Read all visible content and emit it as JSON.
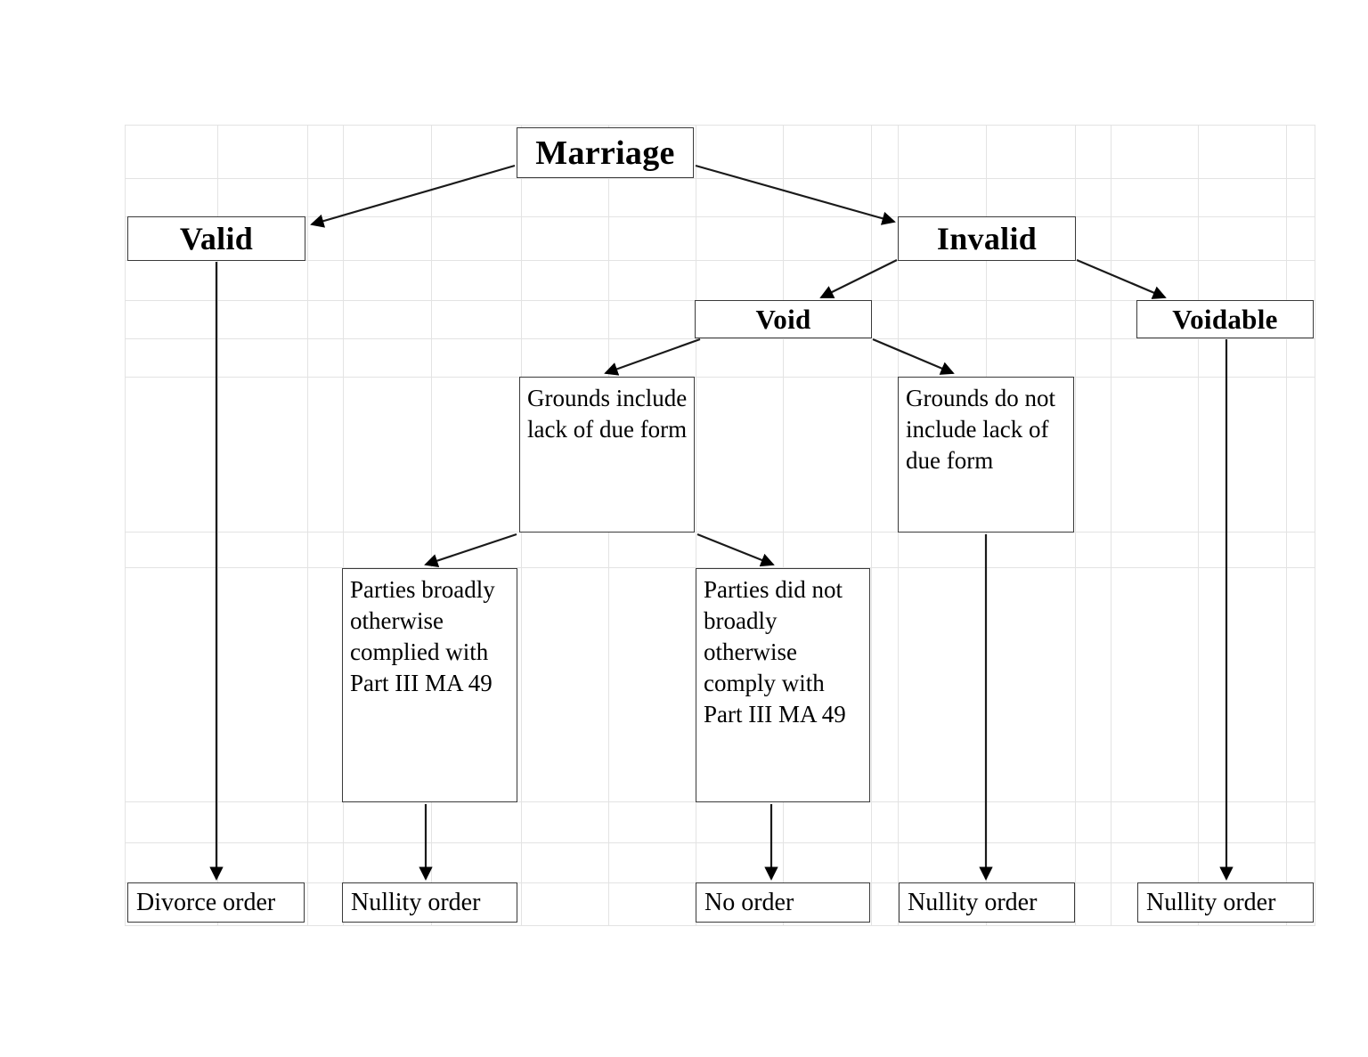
{
  "diagram": {
    "title": "Marriage validity decision flowchart",
    "background": "#ffffff",
    "grid_color": "#e3e3e3",
    "line_color": "#1a1a1a",
    "box_border_color": "#3a3a3a"
  },
  "nodes": {
    "marriage": {
      "label": "Marriage"
    },
    "valid": {
      "label": "Valid"
    },
    "invalid": {
      "label": "Invalid"
    },
    "void": {
      "label": "Void"
    },
    "voidable": {
      "label": "Voidable"
    },
    "grounds_include": {
      "label": "Grounds include lack of due form"
    },
    "grounds_exclude": {
      "label": "Grounds do not include lack of due form"
    },
    "parties_complied": {
      "label": "Parties broadly otherwise complied with Part III MA 49"
    },
    "parties_not": {
      "label": "Parties did not broadly otherwise comply with Part III MA 49"
    },
    "divorce_order": {
      "label": "Divorce order"
    },
    "nullity_order_1": {
      "label": "Nullity order"
    },
    "no_order": {
      "label": "No order"
    },
    "nullity_order_2": {
      "label": "Nullity order"
    },
    "nullity_order_3": {
      "label": "Nullity order"
    }
  },
  "edges": [
    {
      "from": "marriage",
      "to": "valid"
    },
    {
      "from": "marriage",
      "to": "invalid"
    },
    {
      "from": "invalid",
      "to": "void"
    },
    {
      "from": "invalid",
      "to": "voidable"
    },
    {
      "from": "void",
      "to": "grounds_include"
    },
    {
      "from": "void",
      "to": "grounds_exclude"
    },
    {
      "from": "grounds_include",
      "to": "parties_complied"
    },
    {
      "from": "grounds_include",
      "to": "parties_not"
    },
    {
      "from": "valid",
      "to": "divorce_order"
    },
    {
      "from": "parties_complied",
      "to": "nullity_order_1"
    },
    {
      "from": "parties_not",
      "to": "no_order"
    },
    {
      "from": "grounds_exclude",
      "to": "nullity_order_2"
    },
    {
      "from": "voidable",
      "to": "nullity_order_3"
    }
  ]
}
